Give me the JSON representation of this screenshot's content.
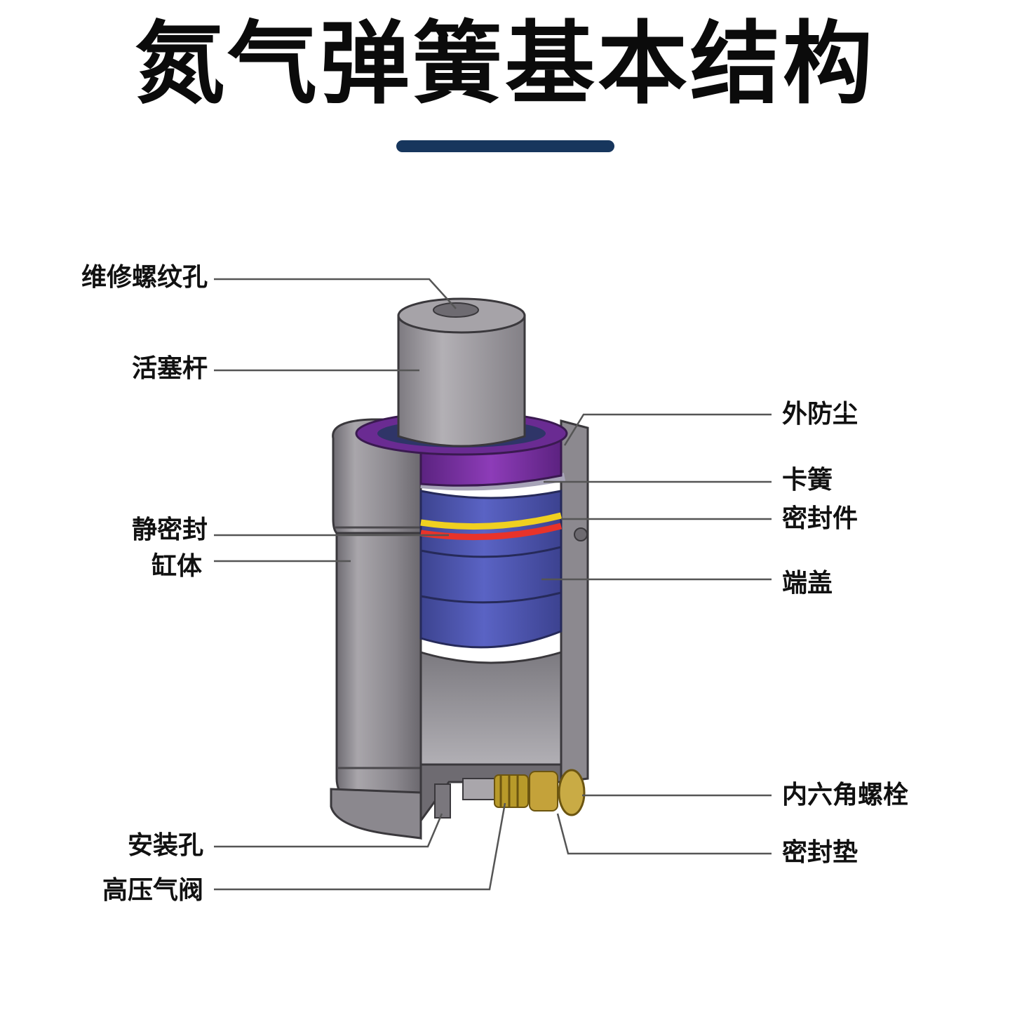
{
  "title": "氮气弹簧基本结构",
  "labels": {
    "left": {
      "thread_hole": "维修螺纹孔",
      "piston_rod": "活塞杆",
      "static_seal": "静密封",
      "cylinder": "缸体",
      "mount_hole": "安装孔",
      "hp_valve": "高压气阀"
    },
    "right": {
      "dust_seal": "外防尘",
      "circlip": "卡簧",
      "seal": "密封件",
      "end_cap": "端盖",
      "hex_bolt": "内六角螺栓",
      "gasket": "密封垫"
    }
  },
  "colors": {
    "title_bar": "#17365d",
    "cylinder_gray": "#8f8c91",
    "end_cap_blue": "#4f57b6",
    "dust_seal_purple": "#7b2fa0",
    "seal_yellow": "#f0d020",
    "seal_red": "#e8332a",
    "leader_line": "#555555"
  }
}
